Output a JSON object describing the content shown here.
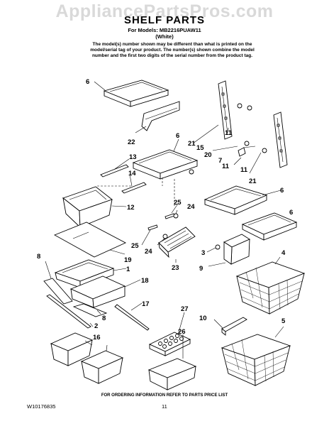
{
  "watermark": "AppliancePartsPros.com",
  "header": {
    "title": "SHELF PARTS",
    "models_line": "For Models: MB2216PUAW11",
    "color_line": "(White)"
  },
  "note": "The model(s) number shown may be different than what is printed on the model/serial tag of your product. The number(s) shown combine the model number and the first two digits of the serial number from the product tag.",
  "footer": {
    "instruction": "FOR ORDERING INFORMATION REFER TO PARTS PRICE LIST",
    "document_number": "W10176835",
    "page_number": "11"
  },
  "callouts": [
    "6",
    "22",
    "6",
    "21",
    "15",
    "20",
    "11",
    "11",
    "7",
    "11",
    "21",
    "13",
    "14",
    "12",
    "6",
    "6",
    "25",
    "24",
    "25",
    "24",
    "3",
    "9",
    "4",
    "8",
    "19",
    "1",
    "23",
    "18",
    "17",
    "8",
    "2",
    "27",
    "10",
    "5",
    "16",
    "26"
  ]
}
